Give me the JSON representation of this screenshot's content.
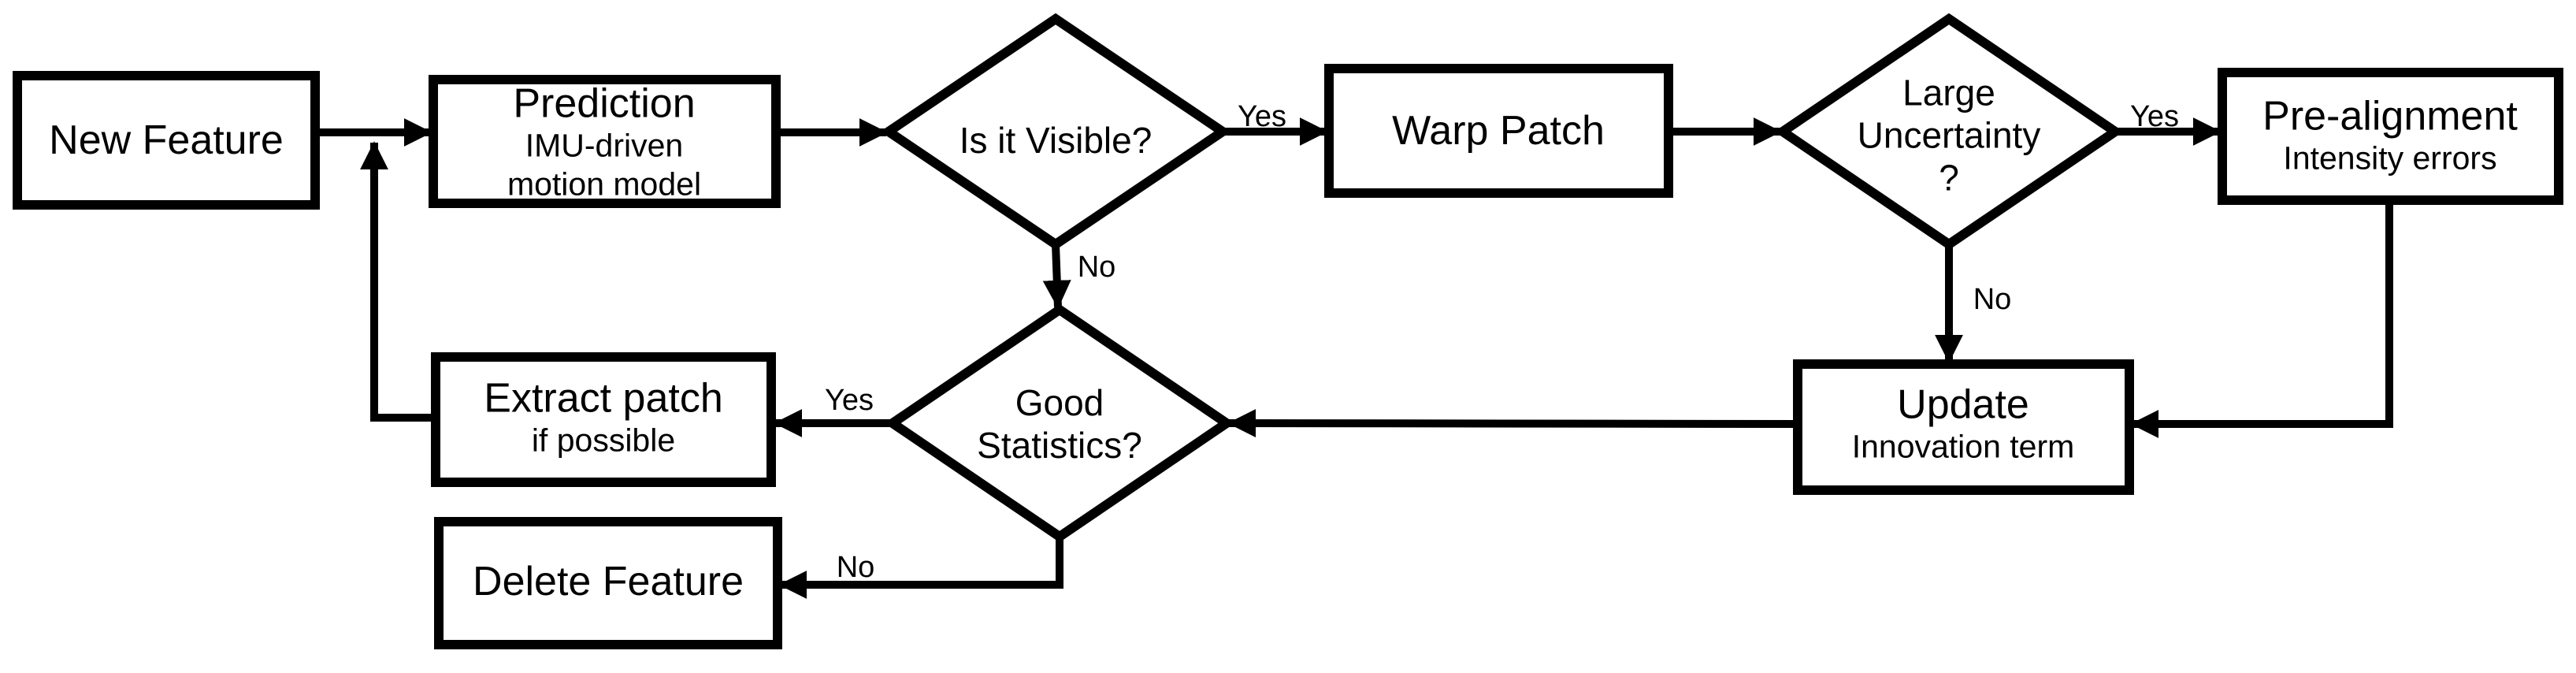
{
  "diagram": {
    "background_color": "#ffffff",
    "line_color": "#000000",
    "text_color": "#000000",
    "nodes": {
      "new_feature": {
        "label": "New Feature"
      },
      "prediction": {
        "label": "Prediction",
        "sublabel_line1": "IMU-driven",
        "sublabel_line2": "motion model"
      },
      "is_visible": {
        "label": "Is it Visible?"
      },
      "warp_patch": {
        "label": "Warp Patch"
      },
      "large_uncertainty": {
        "line1": "Large",
        "line2": "Uncertainty",
        "line3": "?"
      },
      "pre_alignment": {
        "label": "Pre-alignment",
        "sublabel": "Intensity errors"
      },
      "update": {
        "label": "Update",
        "sublabel": "Innovation term"
      },
      "good_statistics": {
        "line1": "Good",
        "line2": "Statistics?"
      },
      "extract_patch": {
        "label": "Extract patch",
        "sublabel": "if possible"
      },
      "delete_feature": {
        "label": "Delete Feature"
      }
    },
    "edge_labels": {
      "visible_yes": "Yes",
      "visible_no": "No",
      "uncertainty_yes": "Yes",
      "uncertainty_no": "No",
      "statistics_yes": "Yes",
      "statistics_no": "No"
    },
    "edges": [
      {
        "from": "new_feature",
        "to": "prediction",
        "label": ""
      },
      {
        "from": "prediction",
        "to": "is_visible",
        "label": ""
      },
      {
        "from": "is_visible",
        "to": "warp_patch",
        "label": "Yes"
      },
      {
        "from": "is_visible",
        "to": "good_statistics",
        "label": "No"
      },
      {
        "from": "warp_patch",
        "to": "large_uncertainty",
        "label": ""
      },
      {
        "from": "large_uncertainty",
        "to": "pre_alignment",
        "label": "Yes"
      },
      {
        "from": "large_uncertainty",
        "to": "update",
        "label": "No"
      },
      {
        "from": "pre_alignment",
        "to": "update",
        "label": ""
      },
      {
        "from": "update",
        "to": "good_statistics",
        "label": ""
      },
      {
        "from": "good_statistics",
        "to": "extract_patch",
        "label": "Yes"
      },
      {
        "from": "good_statistics",
        "to": "delete_feature",
        "label": "No"
      },
      {
        "from": "extract_patch",
        "to": "prediction",
        "label": ""
      }
    ]
  }
}
